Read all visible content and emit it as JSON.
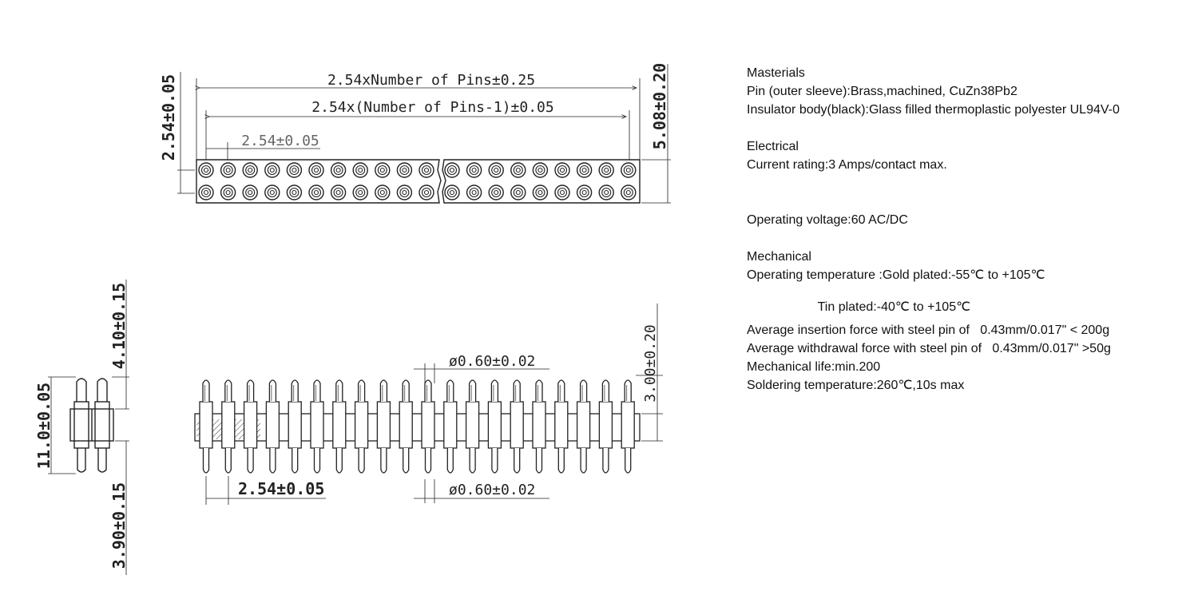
{
  "top_view": {
    "dim_overall": "2.54xNumber of Pins±0.25",
    "dim_inner": "2.54x(Number of Pins-1)±0.05",
    "dim_pitch": "2.54±0.05",
    "dim_row_pitch": "2.54±0.05",
    "dim_width": "5.08±0.20",
    "row_count": 2,
    "pins_left_group": 11,
    "pins_right_group": 9
  },
  "side_view": {
    "dim_total_height": "11.0±0.05",
    "dim_top_pin": "4.10±0.15",
    "dim_bottom_pin": "3.90±0.15"
  },
  "front_view": {
    "dim_pin_diameter_top": "ø0.60±0.02",
    "dim_pin_diameter_bottom": "ø0.60±0.02",
    "dim_top_length": "3.00±0.20",
    "dim_pitch": "2.54±0.05",
    "pin_count": 20
  },
  "specs": {
    "materials_heading": "Masterials",
    "pin_material": "Pin (outer sleeve):Brass,machined, CuZn38Pb2",
    "insulator_material": "Insulator body(black):Glass filled thermoplastic polyester UL94V-0",
    "electrical_heading": "Electrical",
    "current_rating": "Current rating:3 Amps/contact max.",
    "operating_voltage": "Operating voltage:60 AC/DC",
    "mechanical_heading": "Mechanical",
    "operating_temp_gold": "Operating temperature :Gold plated:-55℃ to +105℃",
    "operating_temp_tin": "                    Tin plated:-40℃ to +105℃",
    "insertion_force": "Average insertion force with steel pin of   0.43mm/0.017\" < 200g",
    "withdrawal_force": "Average withdrawal force with steel pin of   0.43mm/0.017\" >50g",
    "mechanical_life": "Mechanical life:min.200",
    "soldering_temp": "Soldering temperature:260℃,10s max"
  }
}
